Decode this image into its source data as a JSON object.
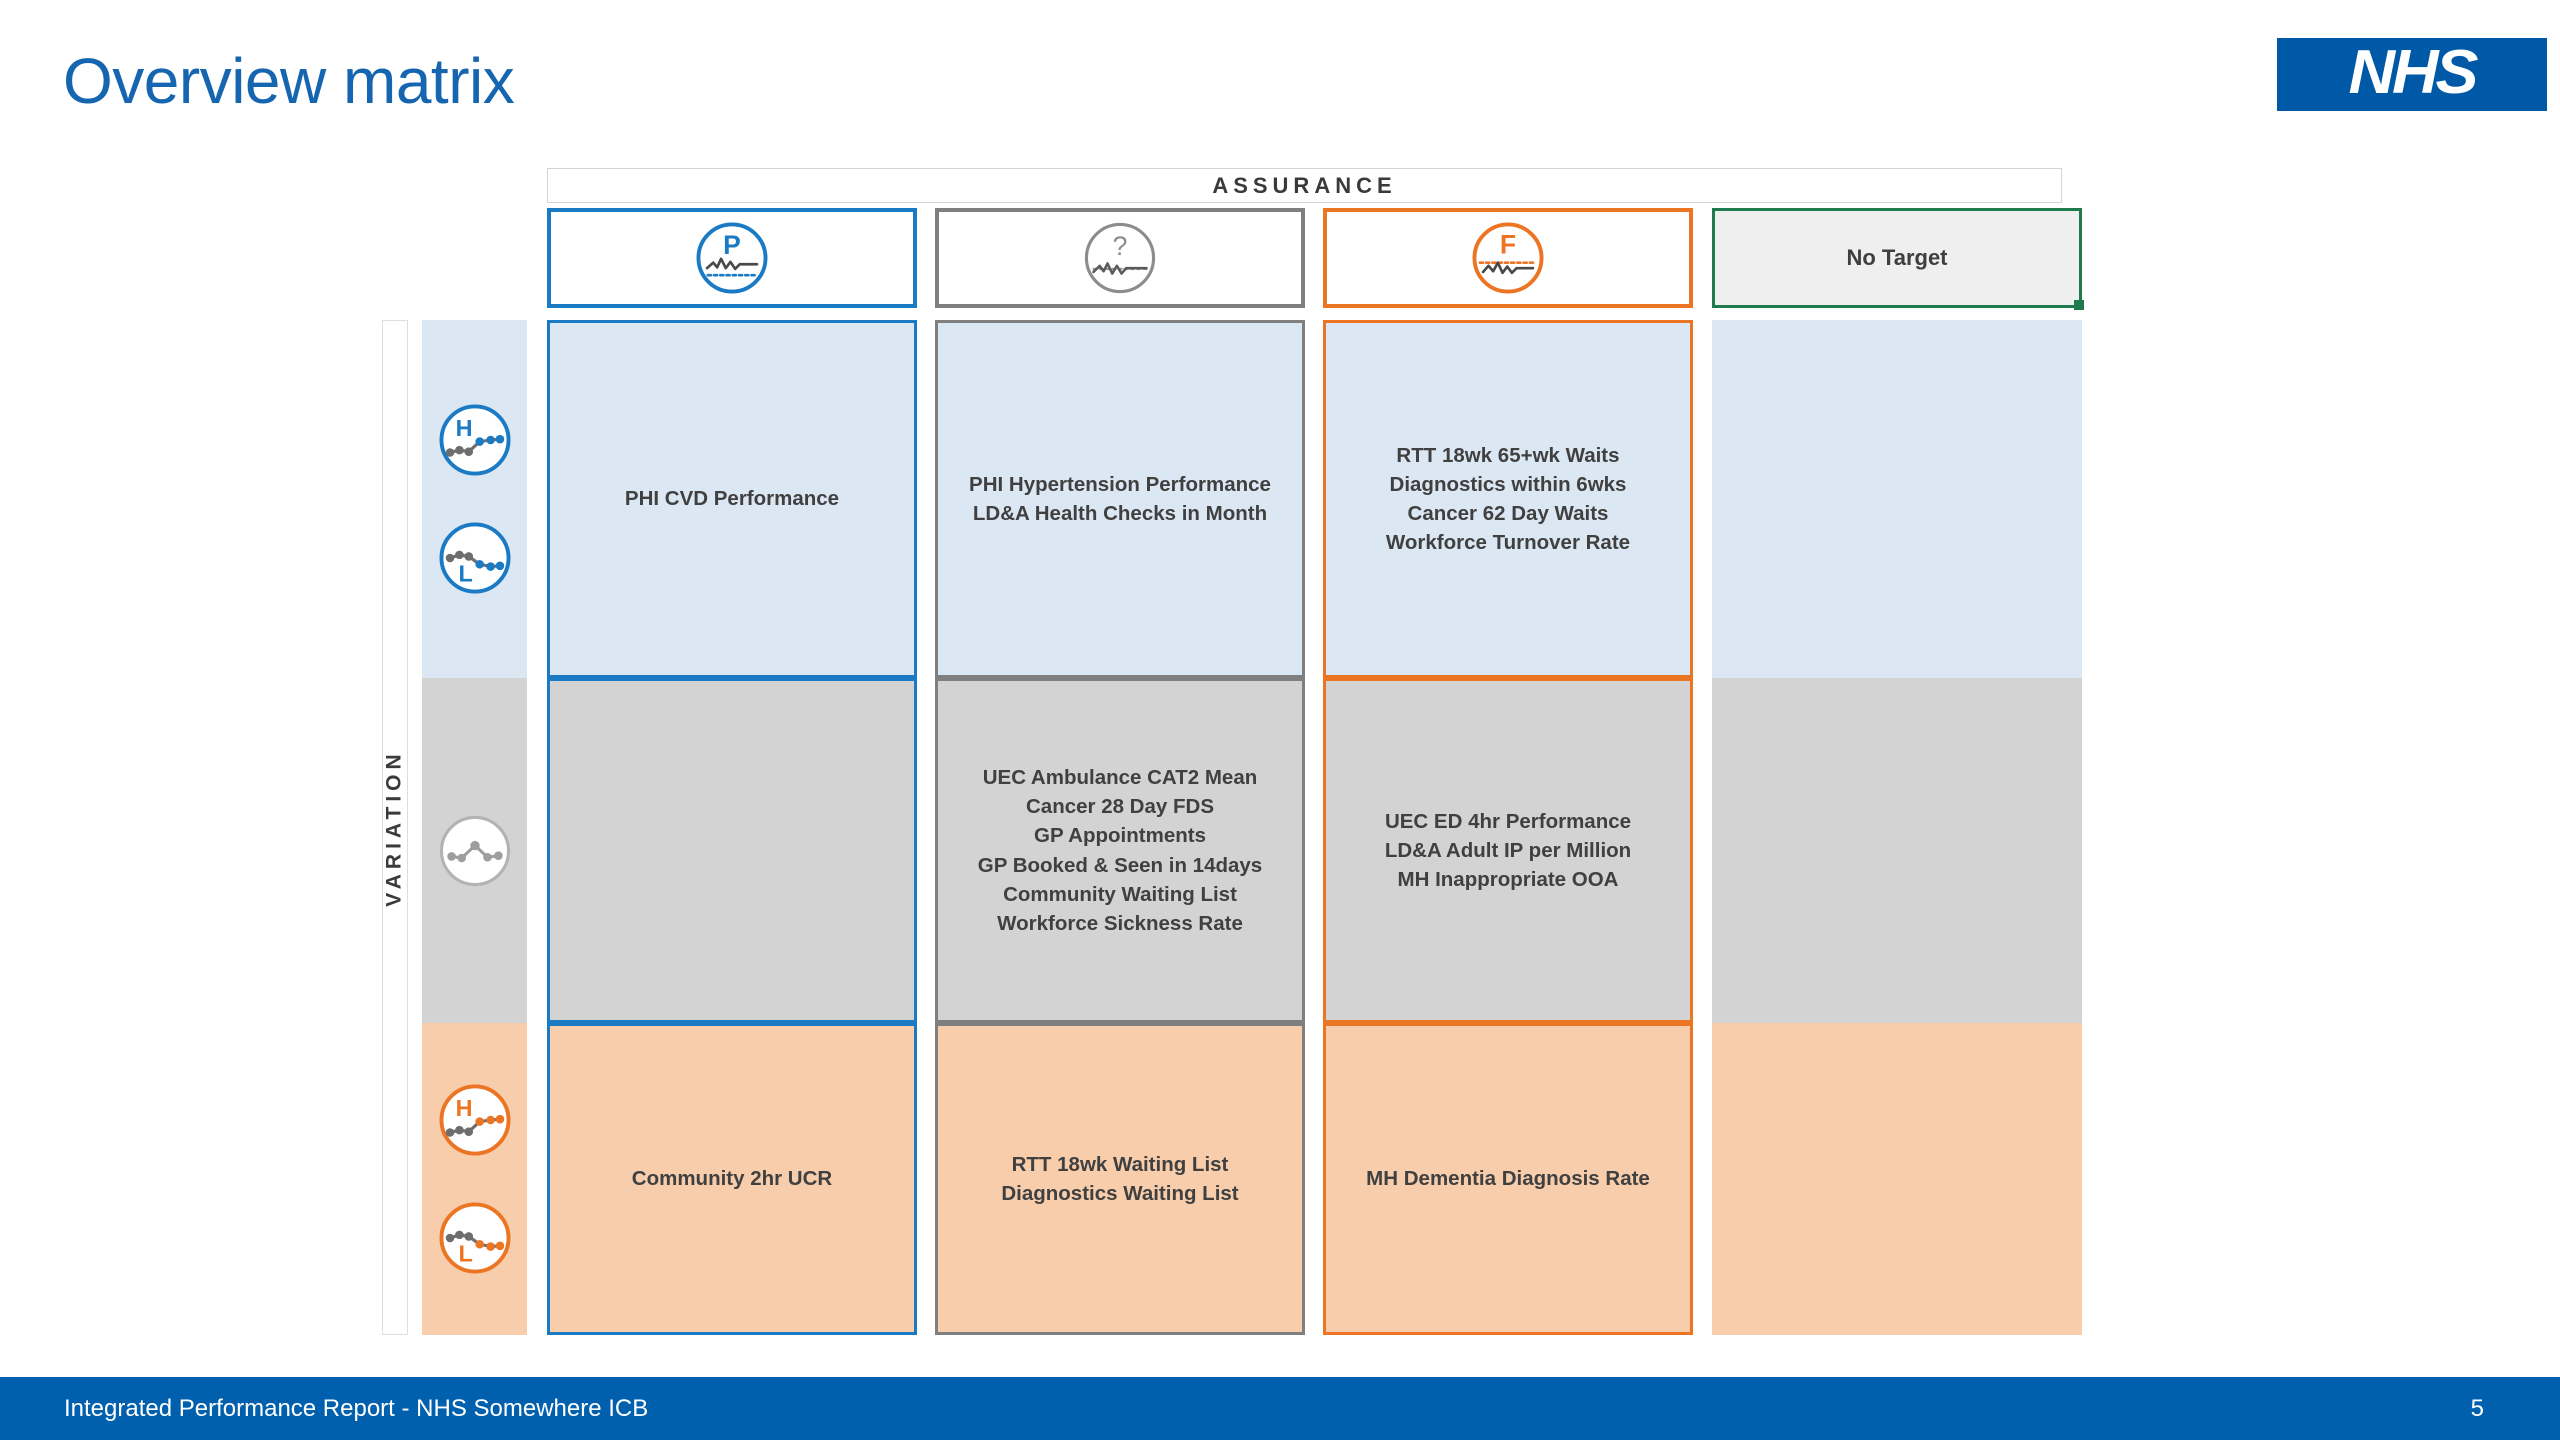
{
  "slide": {
    "title": "Overview matrix",
    "logo_text": "NHS"
  },
  "matrix": {
    "assurance_axis_label": "ASSURANCE",
    "variation_axis_label": "VARIATION",
    "assurance_columns": [
      {
        "key": "pass",
        "icon": "assurance-pass-icon",
        "letter": "P",
        "color": "#1a7ac4",
        "label": ""
      },
      {
        "key": "hit-miss",
        "icon": "assurance-hitmiss-icon",
        "letter": "?",
        "color": "#7f7f7f",
        "label": ""
      },
      {
        "key": "fail",
        "icon": "assurance-fail-icon",
        "letter": "F",
        "color": "#ec7524",
        "label": ""
      },
      {
        "key": "no-target",
        "icon": "no-target-icon",
        "letter": "",
        "color": "#1f7a4d",
        "label": "No Target"
      }
    ],
    "variation_rows": [
      {
        "key": "special-cause-improvement",
        "color": "#1a7ac4",
        "fill": "#dbe7f3",
        "icons": [
          "variation-improving-high-icon",
          "variation-improving-low-icon"
        ],
        "icon_letters": [
          "H",
          "L"
        ]
      },
      {
        "key": "common-cause",
        "color": "#7f7f7f",
        "fill": "#d3d3d3",
        "icons": [
          "variation-common-cause-icon"
        ],
        "icon_letters": [
          ""
        ]
      },
      {
        "key": "special-cause-concern",
        "color": "#ec7524",
        "fill": "#f7cdac",
        "icons": [
          "variation-concern-high-icon",
          "variation-concern-low-icon"
        ],
        "icon_letters": [
          "H",
          "L"
        ]
      }
    ],
    "cells": {
      "r1c1": "PHI CVD Performance",
      "r1c2": "PHI Hypertension Performance\nLD&A Health Checks in Month",
      "r1c3": "RTT 18wk 65+wk Waits\nDiagnostics within 6wks\nCancer 62 Day Waits\nWorkforce Turnover Rate",
      "r1c4": "",
      "r2c1": "",
      "r2c2": "UEC Ambulance CAT2 Mean\nCancer 28 Day FDS\nGP Appointments\nGP Booked & Seen in 14days\nCommunity Waiting List\nWorkforce Sickness Rate",
      "r2c3": "UEC ED 4hr Performance\nLD&A Adult IP per Million\nMH Inappropriate OOA",
      "r2c4": "",
      "r3c1": "Community 2hr UCR",
      "r3c2": "RTT 18wk Waiting List\nDiagnostics Waiting List",
      "r3c3": "MH Dementia Diagnosis Rate",
      "r3c4": ""
    }
  },
  "footer": {
    "text": "Integrated Performance Report - NHS Somewhere ICB",
    "page_number": "5"
  },
  "colors": {
    "nhs_blue": "#0059a6",
    "title_blue": "#1565b0",
    "footer_blue": "#0060ad",
    "accent_blue": "#1a7ac4",
    "accent_grey": "#7f7f7f",
    "accent_orange": "#ec7524",
    "accent_green": "#1f7a4d",
    "fill_blue": "#dbe7f3",
    "fill_grey": "#d3d3d3",
    "fill_orange": "#f7cdac"
  }
}
